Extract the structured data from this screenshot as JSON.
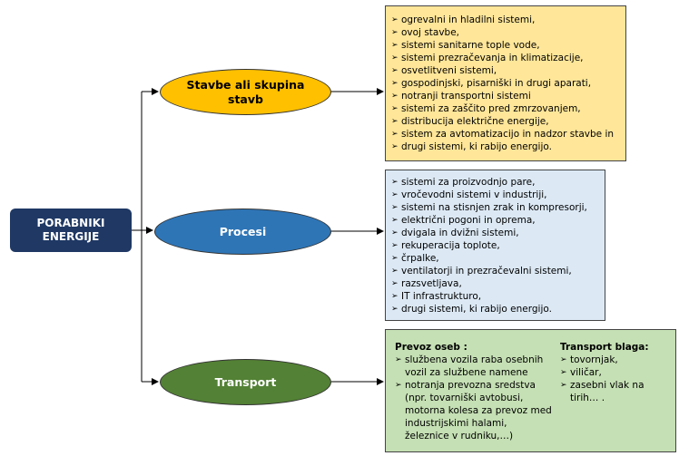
{
  "root": {
    "line1": "PORABNIKI",
    "line2": "ENERGIJE"
  },
  "categories": [
    {
      "label_line1": "Stavbe ali skupina",
      "label_line2": "stavb",
      "color": "#ffc000",
      "box_color": "#ffe699",
      "items": [
        "ogrevalni in hladilni sistemi,",
        "ovoj stavbe,",
        "sistemi sanitarne tople vode,",
        "sistemi prezračevanja in klimatizacije,",
        "osvetlitveni sistemi,",
        "gospodinjski, pisarniški in drugi aparati,",
        "notranji transportni sistemi",
        "sistemi za zaščito pred zmrzovanjem,",
        "distribucija električne energije,",
        "sistem za avtomatizacijo in nadzor stavbe in",
        "drugi sistemi, ki rabijo energijo."
      ]
    },
    {
      "label": "Procesi",
      "color": "#2e75b6",
      "box_color": "#dce9f5",
      "items": [
        "sistemi za proizvodnjo pare,",
        "vročevodni sistemi v industriji,",
        "sistemi na stisnjen zrak in kompresorji,",
        "električni pogoni in oprema,",
        "dvigala in dvižni sistemi,",
        "rekuperacija toplote,",
        "črpalke,",
        "ventilatorji in prezračevalni sistemi,",
        "razsvetljava,",
        "IT infrastrukturo,",
        "drugi sistemi, ki rabijo energijo."
      ]
    },
    {
      "label": "Transport",
      "color": "#538135",
      "box_color": "#c5e0b4",
      "passenger": {
        "heading": "Prevoz oseb :",
        "items": [
          "službena vozila raba osebnih vozil za službene namene",
          "notranja prevozna sredstva (npr. tovarniški avtobusi, motorna kolesa za prevoz med industrijskimi halami, železnice v rudniku,…)"
        ]
      },
      "goods": {
        "heading": "Transport blaga:",
        "items": [
          "tovornjak,",
          "viličar,",
          "zasebni vlak na tirih… ."
        ]
      }
    }
  ]
}
